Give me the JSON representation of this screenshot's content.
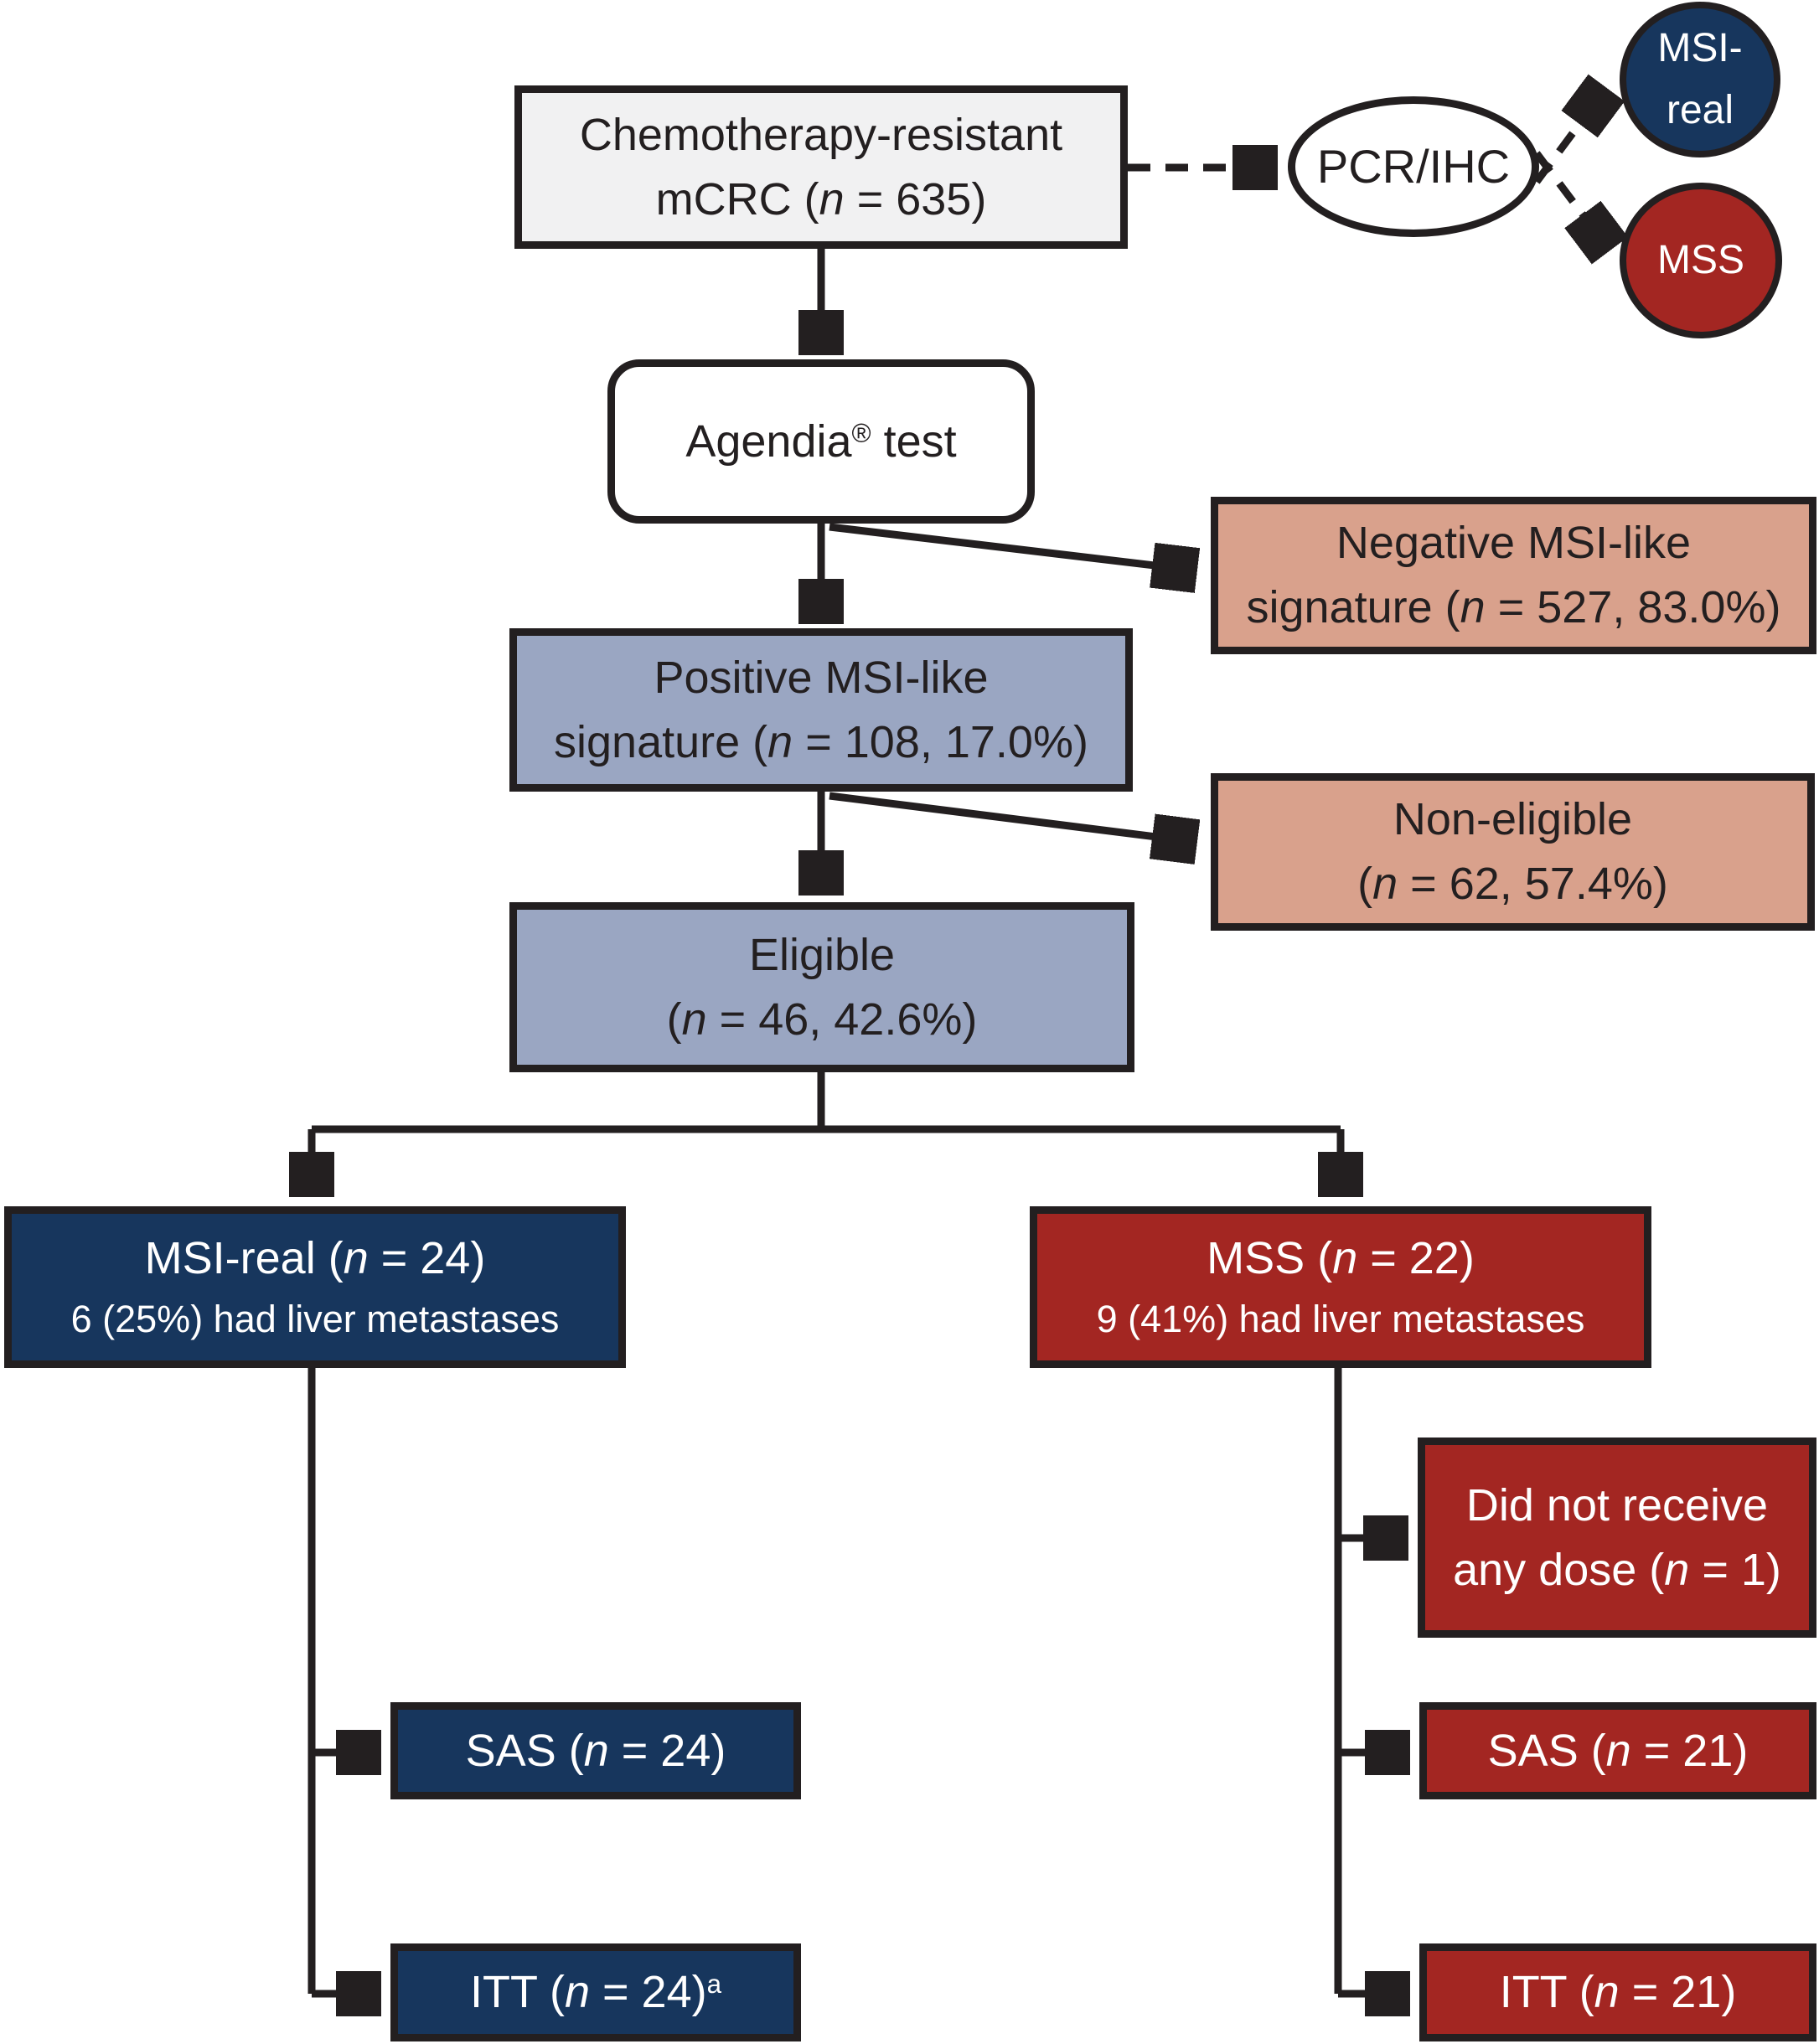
{
  "figure": {
    "type": "flow-diagram",
    "description": "Patient disposition flow chart: chemotherapy-resistant mCRC screened by Agendia test and PCR/IHC into MSI-real and MSS arms"
  },
  "colors": {
    "navy": "#17365d",
    "red": "#a32622",
    "salmon": "#d9a18c",
    "bluegray": "#9aa6c2",
    "lightgray": "#f1f1f2",
    "white": "#ffffff",
    "line": "#231f20"
  },
  "nodes": {
    "chemo": {
      "shape": "rect",
      "fill": "lightgray",
      "lines": [
        [
          {
            "t": "Chemotherapy-resistant"
          }
        ],
        [
          {
            "t": "mCRC ("
          },
          {
            "t": "n",
            "s": "i"
          },
          {
            "t": " = 635)"
          }
        ]
      ]
    },
    "pcr": {
      "shape": "ellipse",
      "fill": "white",
      "lines": [
        [
          {
            "t": "PCR/IHC"
          }
        ]
      ]
    },
    "msi_circle": {
      "shape": "circle",
      "fill": "navy",
      "lines": [
        [
          {
            "t": "MSI-"
          }
        ],
        [
          {
            "t": "real"
          }
        ]
      ]
    },
    "mss_circle": {
      "shape": "circle",
      "fill": "red",
      "lines": [
        [
          {
            "t": "MSS"
          }
        ]
      ]
    },
    "agendia": {
      "shape": "rounded-rect",
      "fill": "white",
      "lines": [
        [
          {
            "t": "Agendia"
          },
          {
            "t": "®",
            "s": "sup"
          },
          {
            "t": " test"
          }
        ]
      ]
    },
    "negative": {
      "shape": "rect",
      "fill": "salmon",
      "lines": [
        [
          {
            "t": "Negative MSI-like"
          }
        ],
        [
          {
            "t": "signature ("
          },
          {
            "t": "n",
            "s": "i"
          },
          {
            "t": " = 527, 83.0%)"
          }
        ]
      ]
    },
    "positive": {
      "shape": "rect",
      "fill": "bluegray",
      "lines": [
        [
          {
            "t": "Positive MSI-like"
          }
        ],
        [
          {
            "t": "signature ("
          },
          {
            "t": "n",
            "s": "i"
          },
          {
            "t": " = 108, 17.0%)"
          }
        ]
      ]
    },
    "noneligible": {
      "shape": "rect",
      "fill": "salmon",
      "lines": [
        [
          {
            "t": "Non-eligible"
          }
        ],
        [
          {
            "t": "("
          },
          {
            "t": "n",
            "s": "i"
          },
          {
            "t": " = 62, 57.4%)"
          }
        ]
      ]
    },
    "eligible": {
      "shape": "rect",
      "fill": "bluegray",
      "lines": [
        [
          {
            "t": "Eligible"
          }
        ],
        [
          {
            "t": "("
          },
          {
            "t": "n",
            "s": "i"
          },
          {
            "t": " = 46, 42.6%)"
          }
        ]
      ]
    },
    "msireal": {
      "shape": "rect",
      "fill": "navy",
      "lines": [
        [
          {
            "t": "MSI-real ("
          },
          {
            "t": "n",
            "s": "i"
          },
          {
            "t": " = 24)"
          }
        ],
        [
          {
            "t": "6 (25%) had liver metastases"
          }
        ]
      ]
    },
    "mss": {
      "shape": "rect",
      "fill": "red",
      "lines": [
        [
          {
            "t": "MSS ("
          },
          {
            "t": "n",
            "s": "i"
          },
          {
            "t": " = 22)"
          }
        ],
        [
          {
            "t": "9 (41%) had liver metastases"
          }
        ]
      ]
    },
    "dose": {
      "shape": "rect",
      "fill": "red",
      "lines": [
        [
          {
            "t": "Did not receive"
          }
        ],
        [
          {
            "t": "any dose ("
          },
          {
            "t": "n",
            "s": "i"
          },
          {
            "t": " = 1)"
          }
        ]
      ]
    },
    "sas_left": {
      "shape": "rect",
      "fill": "navy",
      "lines": [
        [
          {
            "t": "SAS ("
          },
          {
            "t": "n",
            "s": "i"
          },
          {
            "t": " = 24)"
          }
        ]
      ]
    },
    "itt_left": {
      "shape": "rect",
      "fill": "navy",
      "lines": [
        [
          {
            "t": "ITT ("
          },
          {
            "t": "n",
            "s": "i"
          },
          {
            "t": " = 24)"
          },
          {
            "t": "a",
            "s": "sup"
          }
        ]
      ]
    },
    "sas_right": {
      "shape": "rect",
      "fill": "red",
      "lines": [
        [
          {
            "t": "SAS ("
          },
          {
            "t": "n",
            "s": "i"
          },
          {
            "t": " = 21)"
          }
        ]
      ]
    },
    "itt_right": {
      "shape": "rect",
      "fill": "red",
      "lines": [
        [
          {
            "t": "ITT ("
          },
          {
            "t": "n",
            "s": "i"
          },
          {
            "t": " = 21)"
          }
        ]
      ]
    }
  },
  "edges": [
    {
      "from": "chemo",
      "to": "agendia",
      "style": "solid-arrow"
    },
    {
      "from": "chemo",
      "to": "pcr",
      "style": "dashed-arrow"
    },
    {
      "from": "pcr",
      "to": "msi_circle",
      "style": "dashed-arrow"
    },
    {
      "from": "pcr",
      "to": "mss_circle",
      "style": "dashed-arrow"
    },
    {
      "from": "agendia",
      "to": "positive",
      "style": "solid-arrow"
    },
    {
      "from": "agendia",
      "to": "negative",
      "style": "solid-arrow"
    },
    {
      "from": "positive",
      "to": "eligible",
      "style": "solid-arrow"
    },
    {
      "from": "positive",
      "to": "noneligible",
      "style": "solid-arrow"
    },
    {
      "from": "eligible",
      "to": "msireal",
      "style": "solid-arrow"
    },
    {
      "from": "eligible",
      "to": "mss",
      "style": "solid-arrow"
    },
    {
      "from": "msireal",
      "to": "sas_left",
      "style": "solid-arrow"
    },
    {
      "from": "msireal",
      "to": "itt_left",
      "style": "solid-arrow"
    },
    {
      "from": "mss",
      "to": "dose",
      "style": "solid-arrow"
    },
    {
      "from": "mss",
      "to": "sas_right",
      "style": "solid-arrow"
    },
    {
      "from": "mss",
      "to": "itt_right",
      "style": "solid-arrow"
    }
  ]
}
